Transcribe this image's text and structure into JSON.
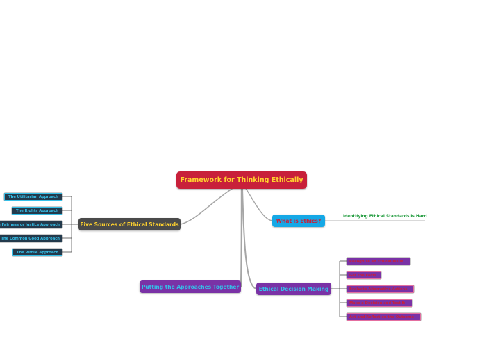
{
  "root": {
    "label": "Framework for Thinking Ethically"
  },
  "nodes": {
    "five_sources": {
      "label": "Five Sources of Ethical Standards"
    },
    "what_is": {
      "label": "What is Ethics?"
    },
    "together": {
      "label": "Putting the Approaches Together"
    },
    "decision": {
      "label": "Ethical Decision Making"
    }
  },
  "what_is_child": {
    "label": "Identifying Ethical Standards is Hard"
  },
  "five_sources_children": [
    {
      "label": "The Utilitarian Approach"
    },
    {
      "label": "The Rights Approach"
    },
    {
      "label": "The Fairness or Justice Approach"
    },
    {
      "label": "The Common Good Approach"
    },
    {
      "label": "The Virtue Approach"
    }
  ],
  "decision_children": [
    {
      "label": "Recognize an Ethical Issue"
    },
    {
      "label": "Get the Facts"
    },
    {
      "label": "Evaluate Alternative Actions"
    },
    {
      "label": "Make a Decision and Test It"
    },
    {
      "label": "Act and Reflect on the Outcome"
    }
  ],
  "colors": {
    "root_bg": "#c8203a",
    "root_text": "#ffd22e",
    "connector": "#a6a6a6",
    "dark_leaf": "#233a4c",
    "purple": "#7a32a6",
    "cyan": "#35bfe8",
    "green_text": "#1f9a3c"
  }
}
